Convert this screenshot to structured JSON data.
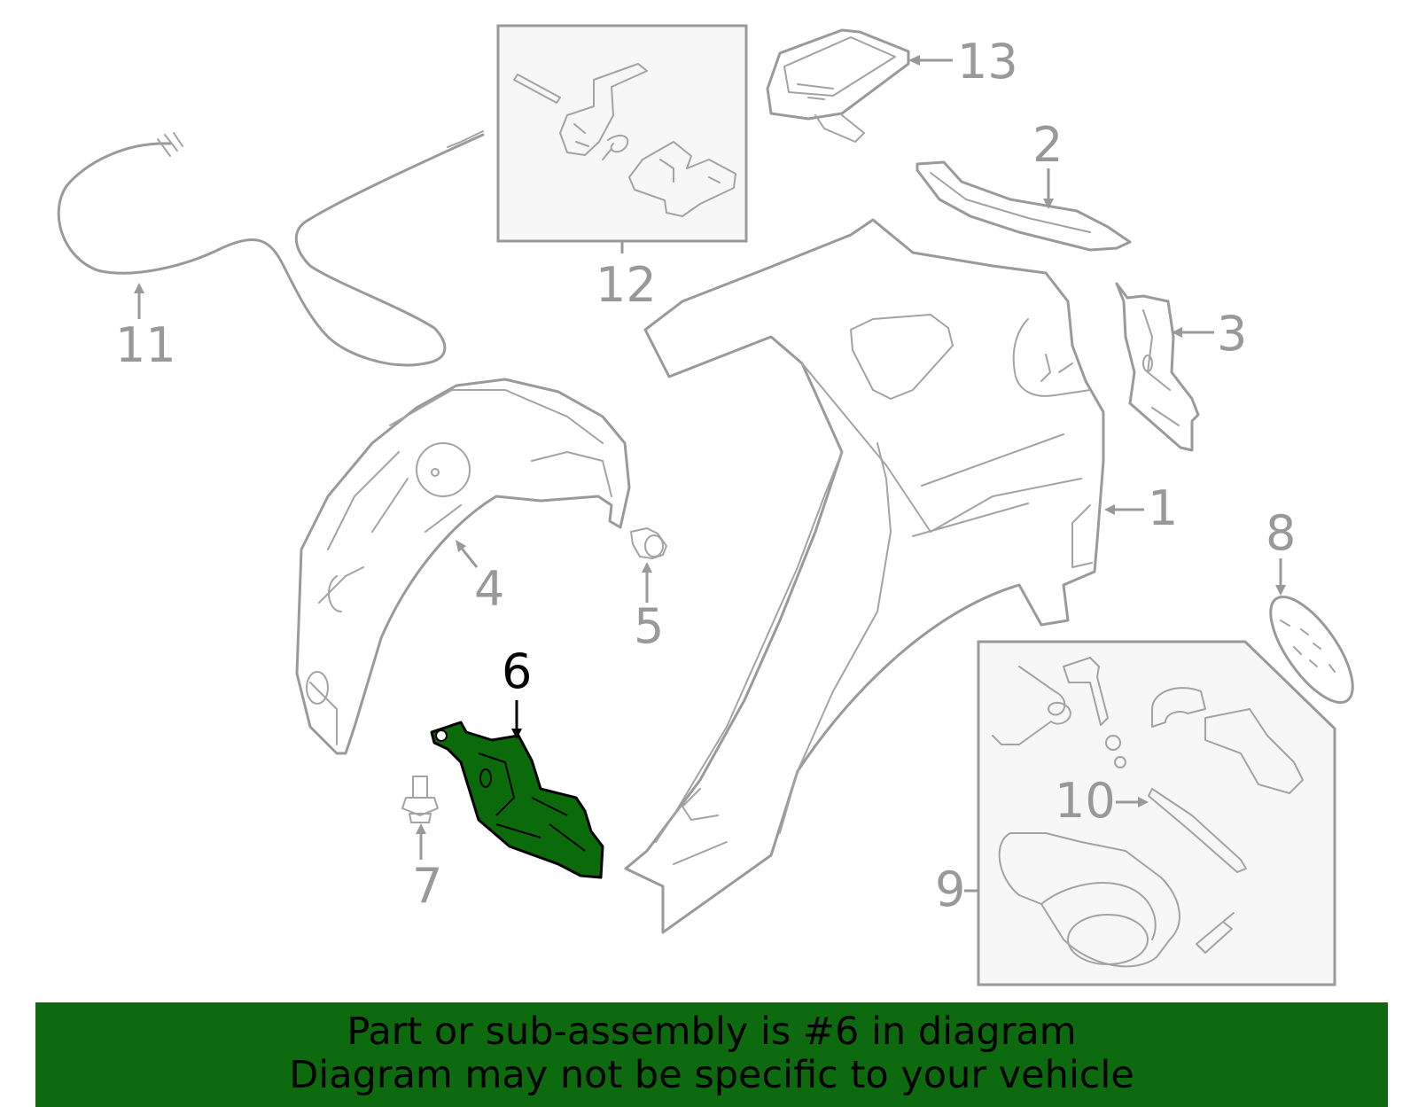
{
  "callouts": [
    {
      "id": "1",
      "label": "1"
    },
    {
      "id": "2",
      "label": "2"
    },
    {
      "id": "3",
      "label": "3"
    },
    {
      "id": "4",
      "label": "4"
    },
    {
      "id": "5",
      "label": "5"
    },
    {
      "id": "6",
      "label": "6",
      "highlighted": true
    },
    {
      "id": "7",
      "label": "7"
    },
    {
      "id": "8",
      "label": "8"
    },
    {
      "id": "9",
      "label": "9"
    },
    {
      "id": "10",
      "label": "10"
    },
    {
      "id": "11",
      "label": "11"
    },
    {
      "id": "12",
      "label": "12"
    },
    {
      "id": "13",
      "label": "13"
    }
  ],
  "banner": {
    "line1": "Part or sub-assembly is #6 in diagram",
    "line2": "Diagram may not be specific to your vehicle"
  },
  "colors": {
    "highlight_part": "#0b6b0b",
    "banner_bg": "#0e6a0e",
    "line_gray": "#9a9a9a",
    "box_fill": "#f7f7f7"
  }
}
